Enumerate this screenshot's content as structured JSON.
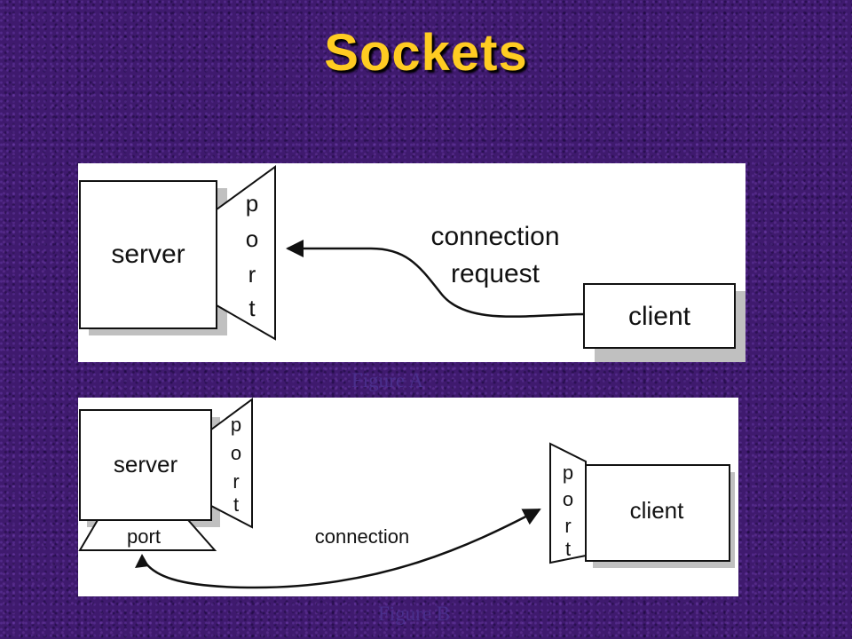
{
  "slide": {
    "title": "Sockets"
  },
  "figure_a": {
    "server_label": "server",
    "port_letters": [
      "p",
      "o",
      "r",
      "t"
    ],
    "message_line1": "connection",
    "message_line2": "request",
    "client_label": "client",
    "caption": "Figure A"
  },
  "figure_b": {
    "server_label": "server",
    "server_port_letters": [
      "p",
      "o",
      "r",
      "t"
    ],
    "bottom_port_label": "port",
    "connection_label": "connection",
    "client_port_letters": [
      "p",
      "o",
      "r",
      "t"
    ],
    "client_label": "client",
    "caption": "Figure B"
  },
  "colors": {
    "background": "#3f1a6e",
    "title": "#ffcc22",
    "caption": "#4a2f8c",
    "shadow": "#c0c0c0"
  }
}
